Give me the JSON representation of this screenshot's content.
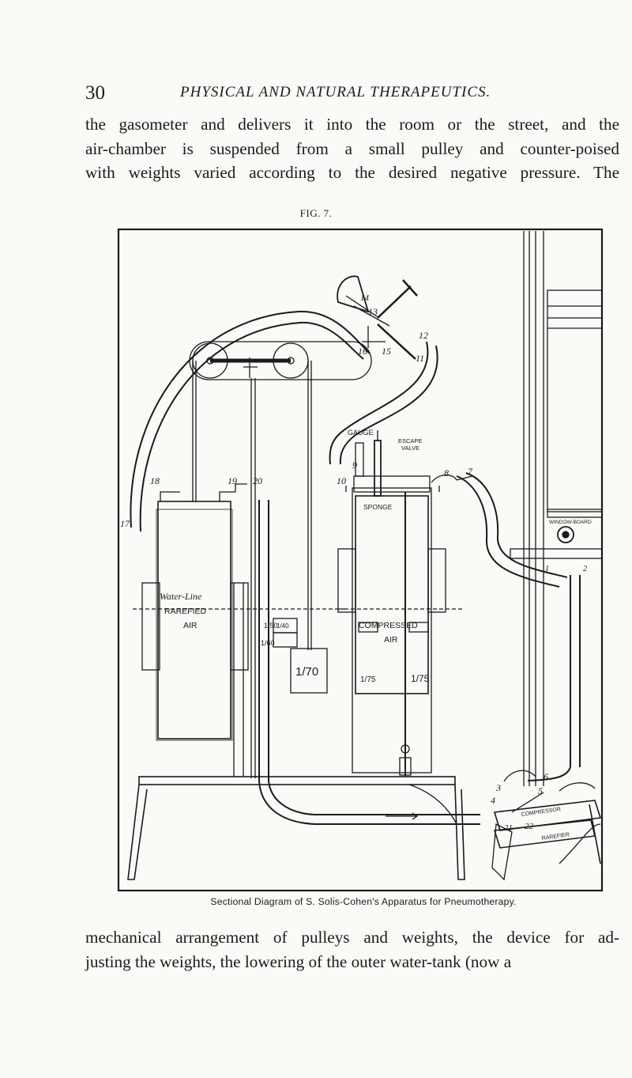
{
  "header": {
    "page_number": "30",
    "running_title": "PHYSICAL AND NATURAL THERAPEUTICS."
  },
  "body_top": {
    "lines": [
      "the gasometer and delivers it into the room or the street, and the",
      "air-chamber is suspended from a small pulley and counter-poised",
      "with weights varied according to the desired negative pressure. The"
    ]
  },
  "figure": {
    "label": "FIG. 7.",
    "caption": "Sectional Diagram of S. Solis-Cohen's Apparatus for Pneumotherapy.",
    "labels": {
      "water_line": "Water-Line",
      "rarefied": "RAREFIED",
      "air_left": "AIR",
      "compressed": "COMPRESSED",
      "air_right": "AIR",
      "gauge": "GAUGE",
      "escape": "ESCAPE",
      "valve": "VALVE",
      "sponge": "SPONGE",
      "window_board": "WINDOW-BOARD",
      "compressor": "COMPRESSOR",
      "rarefier": "RAREFIER"
    },
    "numbers": {
      "n1": "1",
      "n2": "2",
      "n3": "3",
      "n4": "4",
      "n5": "5",
      "n6": "6",
      "n7": "7",
      "n8": "8",
      "n9": "9",
      "n10": "10",
      "n11": "11",
      "n12": "12",
      "n13": "13",
      "n14": "14",
      "n15": "15",
      "n16": "16",
      "n17": "17",
      "n18": "18",
      "n19": "19",
      "n20": "20",
      "n21": "21",
      "n22": "22"
    },
    "fractions": {
      "f1_50": "1/50",
      "f1_60": "1/60",
      "f1_40": "1/40",
      "f1_70": "1/70",
      "f1_75a": "1/75",
      "f1_75b": "1/75"
    }
  },
  "body_bottom": {
    "lines": [
      "mechanical arrangement of pulleys and weights, the device for ad-",
      "justing the weights, the lowering of the outer water-tank (now a"
    ]
  }
}
